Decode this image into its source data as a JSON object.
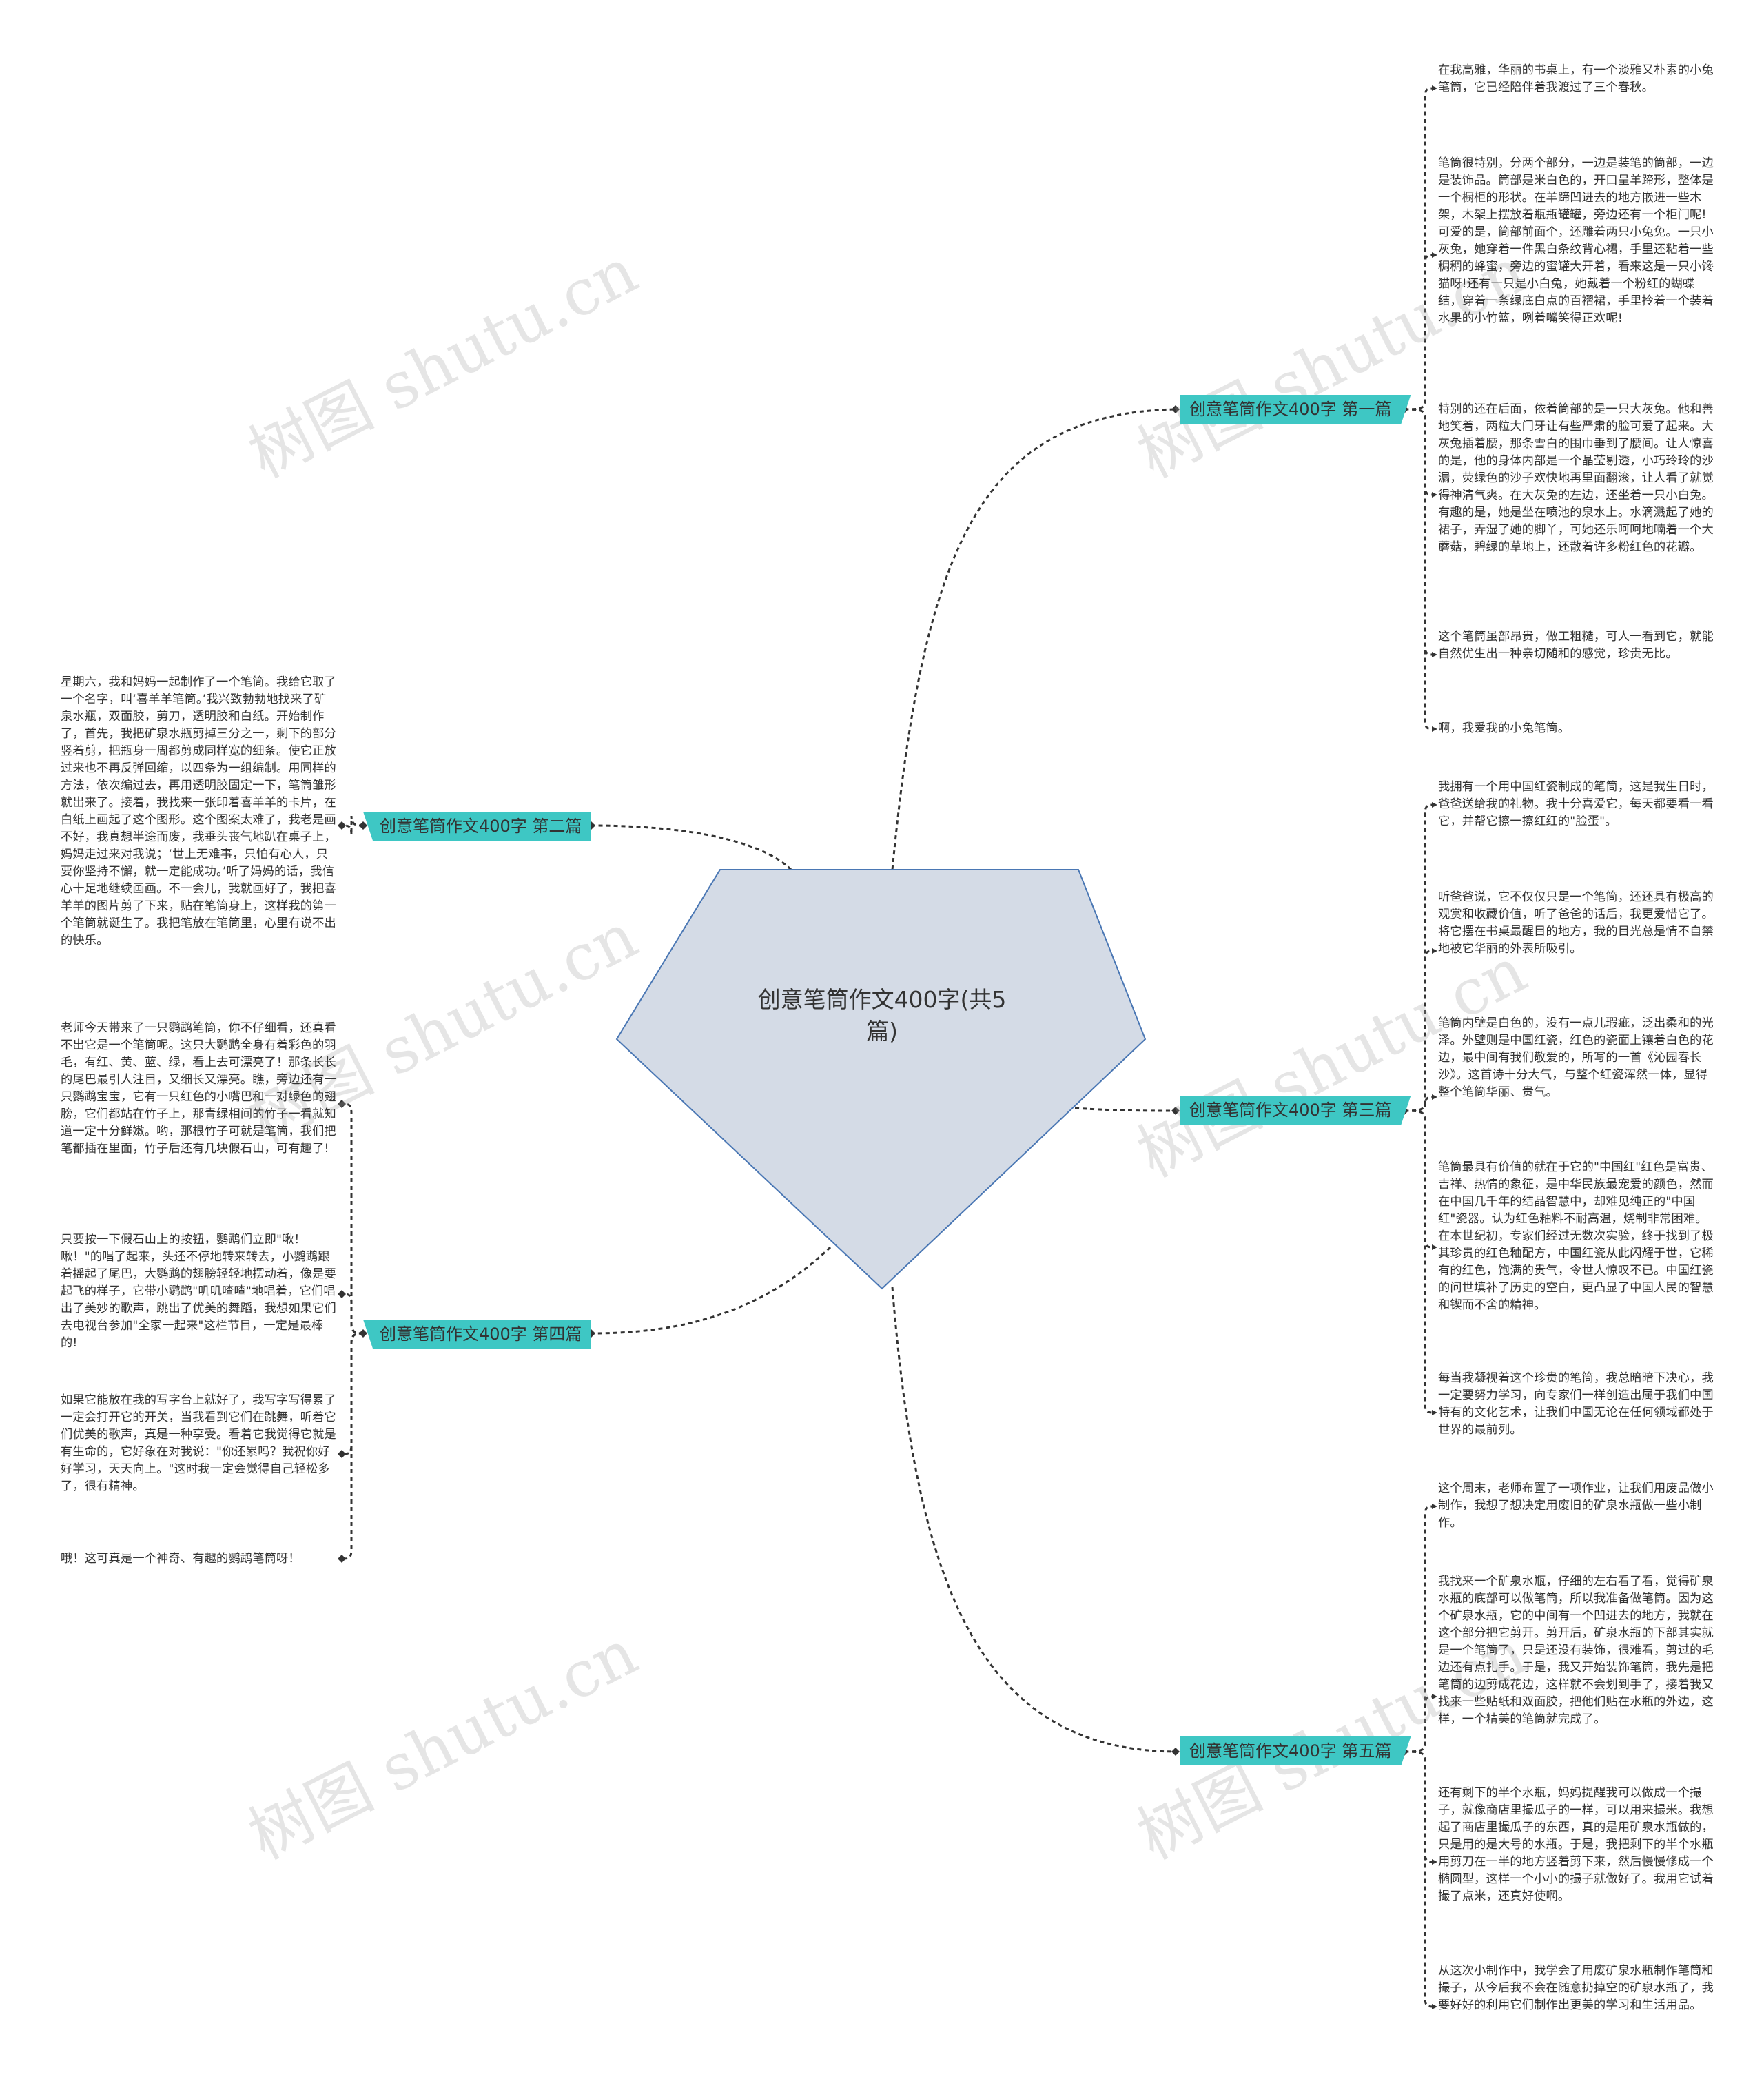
{
  "center": {
    "title": "创意笔筒作文400字(共5篇)"
  },
  "colors": {
    "center_fill": "#d4dbe6",
    "center_stroke": "#4a77b4",
    "branch_fill": "#3ec7c4",
    "line": "#333333"
  },
  "watermark": "树图 shutu.cn",
  "branches": [
    {
      "label": "创意笔筒作文400字 第一篇",
      "leaves": [
        "在我高雅，华丽的书桌上，有一个淡雅又朴素的小兔笔筒，它已经陪伴着我渡过了三个春秋。",
        "笔筒很特别，分两个部分，一边是装笔的筒部，一边是装饰品。筒部是米白色的，开口呈羊蹄形，整体是一个橱柜的形状。在羊蹄凹进去的地方嵌进一些木架，木架上摆放着瓶瓶罐罐，旁边还有一个柜门呢!可爱的是，筒部前面个，还雕着两只小兔免。一只小灰兔，她穿着一件黑白条纹背心裙，手里还粘着一些稠稠的蜂蜜，旁边的蜜罐大开着，看来这是一只小馋猫呀!还有一只是小白兔，她戴着一个粉红的蝴蝶结，穿着一条绿底白点的百褶裙，手里拎着一个装着水果的小竹篮，咧着嘴笑得正欢呢!",
        "特别的还在后面，依着筒部的是一只大灰兔。他和善地笑着，两粒大门牙让有些严肃的脸可爱了起来。大灰兔插着腰，那条雪白的围巾垂到了腰间。让人惊喜的是，他的身体内部是一个晶莹剔透，小巧玲玲的沙漏，荧绿色的沙子欢快地再里面翻滚，让人看了就觉得神清气爽。在大灰兔的左边，还坐着一只小白兔。有趣的是，她是坐在喷池的泉水上。水滴溅起了她的裙子，弄湿了她的脚丫，可她还乐呵呵地喃着一个大蘑菇，碧绿的草地上，还散着许多粉红色的花瓣。",
        "这个笔筒虽部昂贵，做工粗糙，可人一看到它，就能自然优生出一种亲切随和的感觉，珍贵无比。",
        "啊，我爱我的小兔笔筒。"
      ]
    },
    {
      "label": "创意笔筒作文400字 第二篇",
      "leaves": [
        "星期六，我和妈妈一起制作了一个笔筒。我给它取了一个名字，叫‘喜羊羊笔筒。’我兴致勃勃地找来了矿泉水瓶，双面胶，剪刀，透明胶和白纸。开始制作了，首先，我把矿泉水瓶剪掉三分之一，剩下的部分竖着剪，把瓶身一周都剪成同样宽的细条。使它正放过来也不再反弹回缩，以四条为一组编制。用同样的方法，依次编过去，再用透明胶固定一下，笔筒雏形就出来了。接着，我找来一张印着喜羊羊的卡片，在白纸上画起了这个图形。这个图案太难了，我老是画不好，我真想半途而废，我垂头丧气地趴在桌子上，妈妈走过来对我说；‘世上无难事，只怕有心人，只要你坚持不懈，就一定能成功。’听了妈妈的话，我信心十足地继续画画。不一会儿，我就画好了，我把喜羊羊的图片剪了下来，贴在笔筒身上，这样我的第一个笔筒就诞生了。我把笔放在笔筒里，心里有说不出的快乐。"
      ]
    },
    {
      "label": "创意笔筒作文400字 第三篇",
      "leaves": [
        "我拥有一个用中国红瓷制成的笔筒，这是我生日时，爸爸送给我的礼物。我十分喜爱它，每天都要看一看它，并帮它擦一擦红红的\"脸蛋\"。",
        "听爸爸说，它不仅仅只是一个笔筒，还还具有极高的观赏和收藏价值，听了爸爸的话后，我更爱惜它了。将它摆在书桌最醒目的地方，我的目光总是情不自禁地被它华丽的外表所吸引。",
        "笔筒内壁是白色的，没有一点儿瑕疵，泛出柔和的光泽。外壁则是中国红瓷，红色的瓷面上镶着白色的花边，最中间有我们敬爱的，所写的一首《沁园春长沙》。这首诗十分大气，与整个红瓷浑然一体，显得整个笔筒华丽、贵气。",
        "笔筒最具有价值的就在于它的\"中国红\"红色是富贵、吉祥、热情的象征，是中华民族最宠爱的颜色，然而在中国几千年的结晶智慧中，却难见纯正的\"中国红\"瓷器。认为红色釉料不耐高温，烧制非常困难。在本世纪初，专家们经过无数次实验，终于找到了极其珍贵的红色釉配方，中国红瓷从此闪耀于世，它稀有的红色，饱满的贵气，令世人惊叹不已。中国红瓷的问世填补了历史的空白，更凸显了中国人民的智慧和锲而不舍的精神。",
        "每当我凝视着这个珍贵的笔筒，我总暗暗下决心，我一定要努力学习，向专家们一样创造出属于我们中国特有的文化艺术，让我们中国无论在任何领域都处于世界的最前列。"
      ]
    },
    {
      "label": "创意笔筒作文400字 第四篇",
      "leaves": [
        "老师今天带来了一只鹦鹉笔筒，你不仔细看，还真看不出它是一个笔筒呢。这只大鹦鹉全身有着彩色的羽毛，有红、黄、蓝、绿，看上去可漂亮了！那条长长的尾巴最引人注目，又细长又漂亮。瞧，旁边还有一只鹦鹉宝宝，它有一只红色的小嘴巴和一对绿色的翅膀，它们都站在竹子上，那青绿相间的竹子一看就知道一定十分鲜嫩。哟，那根竹子可就是笔筒，我们把笔都插在里面，竹子后还有几块假石山，可有趣了!",
        "只要按一下假石山上的按钮，鹦鹉们立即\"啾！啾！\"的唱了起来，头还不停地转来转去，小鹦鹉跟着摇起了尾巴，大鹦鹉的翅膀轻轻地摆动着，像是要起飞的样子，它带小鹦鹉\"叽叽喳喳\"地唱着，它们唱出了美妙的歌声，跳出了优美的舞蹈，我想如果它们去电视台参加\"全家一起来\"这栏节目，一定是最棒的!",
        "如果它能放在我的写字台上就好了，我写字写得累了一定会打开它的开关，当我看到它们在跳舞，听着它们优美的歌声，真是一种享受。看着它我觉得它就是有生命的，它好象在对我说：\"你还累吗？我祝你好好学习，天天向上。\"这时我一定会觉得自己轻松多了，很有精神。",
        "哦！这可真是一个神奇、有趣的鹦鹉笔筒呀！"
      ]
    },
    {
      "label": "创意笔筒作文400字 第五篇",
      "leaves": [
        "这个周末，老师布置了一项作业，让我们用废品做小制作，我想了想决定用废旧的矿泉水瓶做一些小制作。",
        "我找来一个矿泉水瓶，仔细的左右看了看，觉得矿泉水瓶的底部可以做笔筒，所以我准备做笔筒。因为这个矿泉水瓶，它的中间有一个凹进去的地方，我就在这个部分把它剪开。剪开后，矿泉水瓶的下部其实就是一个笔筒了，只是还没有装饰，很难看，剪过的毛边还有点扎手。于是，我又开始装饰笔筒，我先是把笔筒的边剪成花边，这样就不会划到手了，接着我又找来一些贴纸和双面胶，把他们贴在水瓶的外边，这样，一个精美的笔筒就完成了。",
        "还有剩下的半个水瓶，妈妈提醒我可以做成一个撮子，就像商店里撮瓜子的一样，可以用来撮米。我想起了商店里撮瓜子的东西，真的是用矿泉水瓶做的，只是用的是大号的水瓶。于是，我把剩下的半个水瓶用剪刀在一半的地方竖着剪下来，然后慢慢修成一个椭圆型，这样一个小小的撮子就做好了。我用它试着撮了点米，还真好使啊。",
        "从这次小制作中，我学会了用废矿泉水瓶制作笔筒和撮子，从今后我不会在随意扔掉空的矿泉水瓶了，我要好好的利用它们制作出更美的学习和生活用品。"
      ]
    }
  ]
}
